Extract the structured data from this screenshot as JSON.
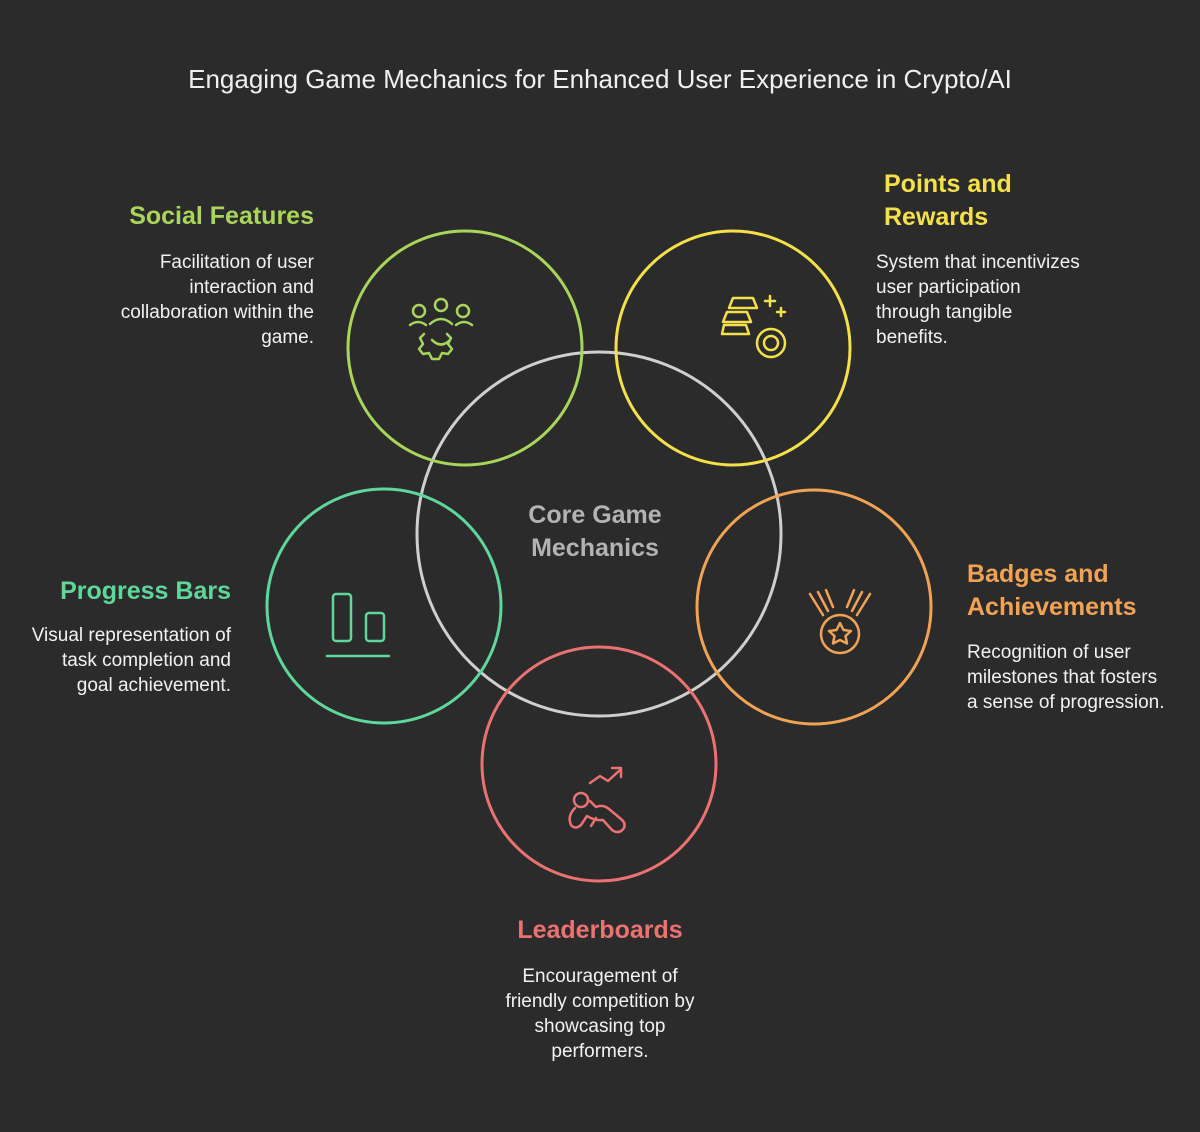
{
  "title": "Engaging Game Mechanics for Enhanced User Experience in Crypto/AI",
  "core": {
    "label": "Core Game Mechanics",
    "color": "#cfcfcf"
  },
  "sections": {
    "social": {
      "title": "Social Features",
      "description": "Facilitation of user interaction and collaboration within the game.",
      "color": "#a8d65a",
      "icon": "people-gear-icon"
    },
    "points": {
      "title": "Points and Rewards",
      "description": "System that incentivizes user participation through tangible benefits.",
      "color": "#f4e14a",
      "icon": "gold-coin-icon"
    },
    "badges": {
      "title": "Badges and Achievements",
      "description": "Recognition of user milestones that fosters a sense of progression.",
      "color": "#f0a355",
      "icon": "medal-icon"
    },
    "progress": {
      "title": "Progress Bars",
      "description": "Visual representation of task completion and goal achievement.",
      "color": "#5fd79a",
      "icon": "bar-chart-icon"
    },
    "leaderboards": {
      "title": "Leaderboards",
      "description": "Encouragement of friendly competition by showcasing top performers.",
      "color": "#ec7272",
      "icon": "runner-trend-icon"
    }
  }
}
